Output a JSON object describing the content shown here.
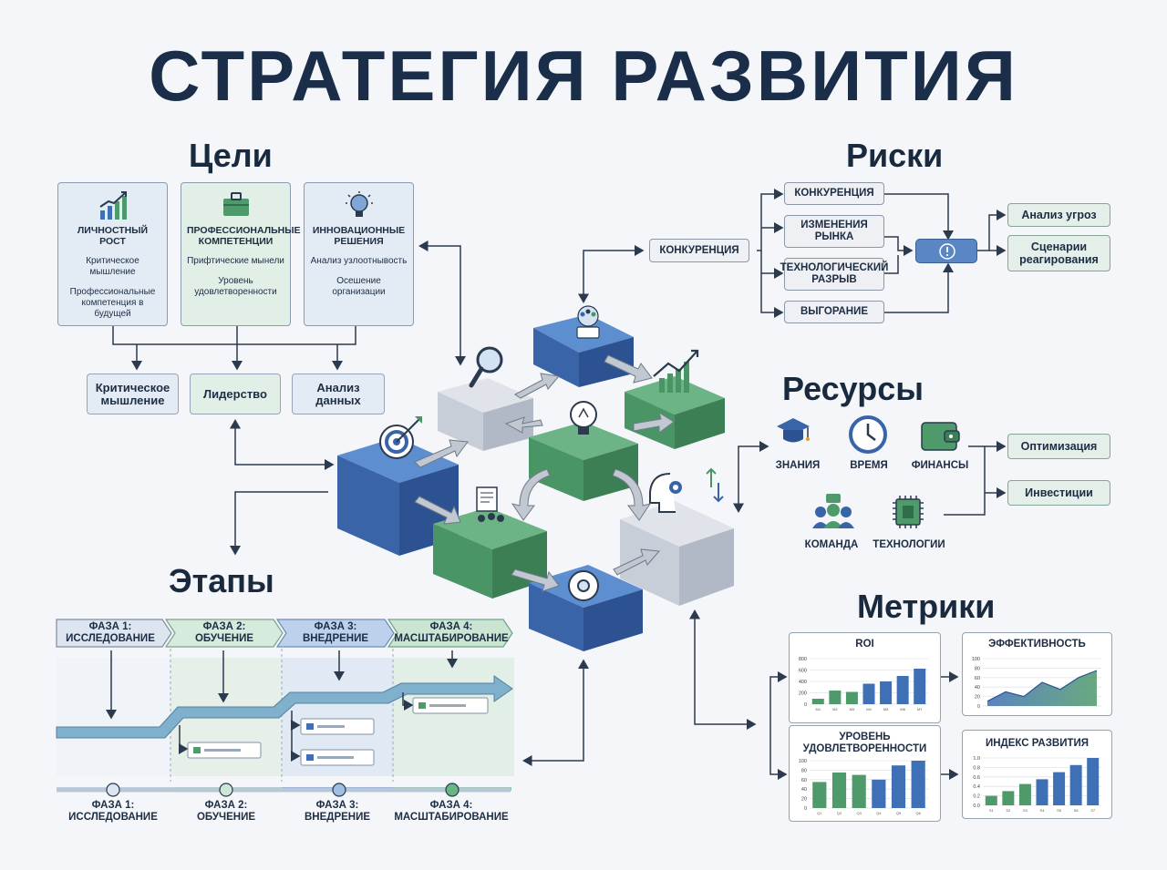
{
  "title": "СТРАТЕГИЯ РАЗВИТИЯ",
  "sections": {
    "goals": "Цели",
    "risks": "Риски",
    "resources": "Ресурсы",
    "stages": "Этапы",
    "metrics": "Метрики"
  },
  "goals": {
    "cards": [
      {
        "title": "ЛИЧНОСТНЫЙ РОСТ",
        "items": [
          "Критическое мышление",
          "Профессиональные компетенция в будущей"
        ],
        "icon": "growth-chart-icon"
      },
      {
        "title": "ПРОФЕССИОНАЛЬНЫЕ КОМПЕТЕНЦИИ",
        "items": [
          "Прифтические мынели",
          "Уровень удовлетворенности"
        ],
        "icon": "briefcase-icon"
      },
      {
        "title": "ИННОВАЦИОННЫЕ РЕШЕНИЯ",
        "items": [
          "Анализ узлоотнывость",
          "Осешение организации"
        ],
        "icon": "lightbulb-icon"
      }
    ],
    "skills": [
      "Критическое мышление",
      "Лидерство",
      "Анализ данных"
    ]
  },
  "risks": {
    "main": "КОНКУРЕНЦИЯ",
    "items": [
      "КОНКУРЕНЦИЯ",
      "ИЗМЕНЕНИЯ РЫНКА",
      "ТЕХНОЛОГИЧЕСКИЙ РАЗРЫВ",
      "ВЫГОРАНИЕ"
    ],
    "outcomes": [
      "Анализ угроз",
      "Сценарии реагирования"
    ]
  },
  "resources": {
    "items": [
      "ЗНАНИЯ",
      "ВРЕМЯ",
      "ФИНАНСЫ",
      "КОМАНДА",
      "ТЕХНОЛОГИИ"
    ],
    "outcomes": [
      "Оптимизация",
      "Инвестиции"
    ]
  },
  "stages": {
    "phases": [
      {
        "num": "ФАЗА 1:",
        "name": "ИССЛЕДОВАНИЕ"
      },
      {
        "num": "ФАЗА 2:",
        "name": "ОБУЧЕНИЕ"
      },
      {
        "num": "ФАЗА 3:",
        "name": "ВНЕДРЕНИЕ"
      },
      {
        "num": "ФАЗА 4:",
        "name": "МАСШТАБИРОВАНИЕ"
      }
    ]
  },
  "metrics": {
    "cards": [
      {
        "title": "ROI",
        "type": "bar",
        "yticks": [
          "800",
          "600",
          "400",
          "200",
          "0"
        ],
        "values": [
          0.12,
          0.3,
          0.27,
          0.45,
          0.5,
          0.62,
          0.78
        ],
        "xticks": [
          "M1",
          "M2",
          "M3",
          "M4",
          "M5",
          "M6",
          "M7"
        ]
      },
      {
        "title": "ЭФФЕКТИВНОСТЬ",
        "type": "area",
        "yticks": [
          "100",
          "80",
          "60",
          "40",
          "20",
          "0"
        ],
        "values": [
          0.1,
          0.3,
          0.2,
          0.5,
          0.35,
          0.6,
          0.75
        ]
      },
      {
        "title": "УРОВЕНЬ УДОВЛЕТВОРЕННОСТИ",
        "type": "bar",
        "yticks": [
          "100",
          "80",
          "60",
          "40",
          "20",
          "0"
        ],
        "values": [
          0.55,
          0.75,
          0.7,
          0.6,
          0.9,
          1.0
        ],
        "xticks": [
          "Q1",
          "Q2",
          "Q3",
          "Q4",
          "Q5",
          "Q6"
        ]
      },
      {
        "title": "ИНДЕКС РАЗВИТИЯ",
        "type": "bar",
        "yticks": [
          "1.0",
          "0.8",
          "0.6",
          "0.4",
          "0.2",
          "0.0"
        ],
        "values": [
          0.2,
          0.3,
          0.45,
          0.55,
          0.7,
          0.85,
          1.0
        ],
        "xticks": [
          "S1",
          "S2",
          "S3",
          "S4",
          "S5",
          "S6",
          "S7"
        ]
      }
    ]
  },
  "colors": {
    "blue": "#3f6fb5",
    "green": "#4f9a6a",
    "gray": "#c9ced6",
    "dark": "#1a2e4a"
  }
}
